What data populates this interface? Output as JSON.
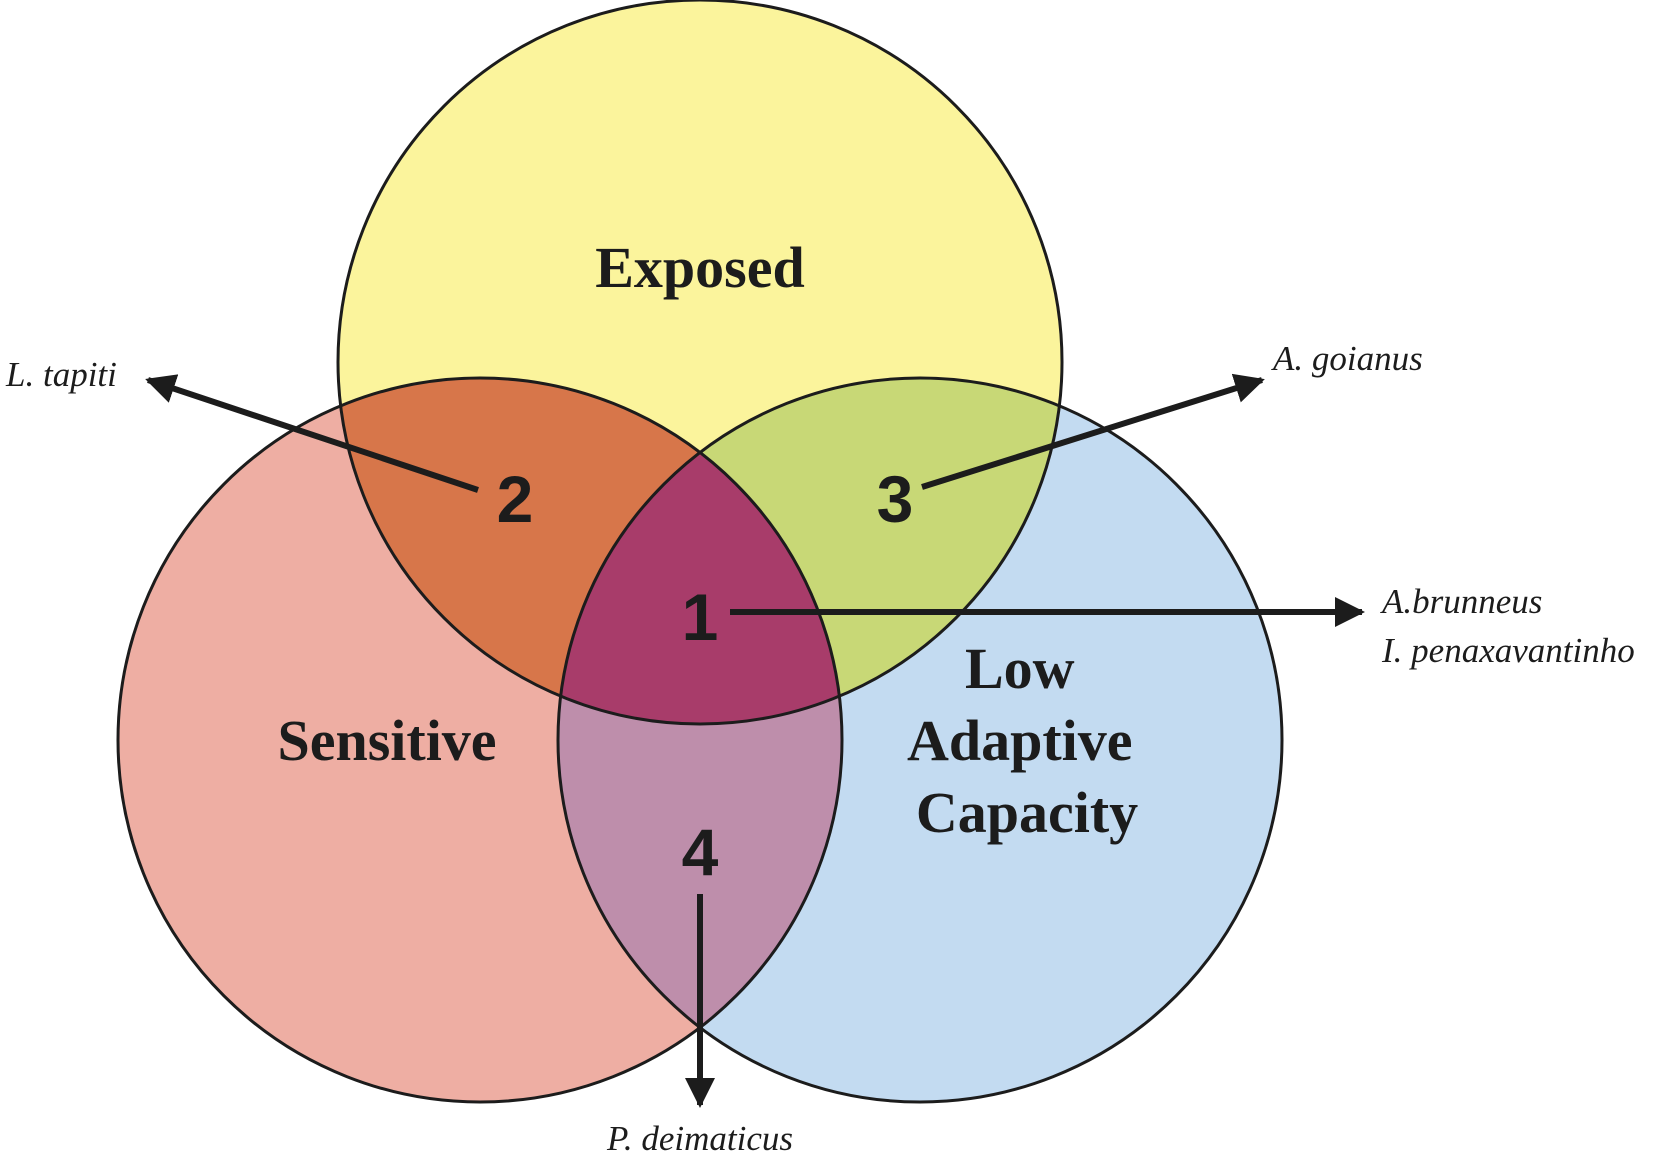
{
  "sets": {
    "exposed": {
      "label": "Exposed",
      "color": "#fbf49c"
    },
    "sensitive": {
      "label": "Sensitive",
      "color": "#eeaea3"
    },
    "adaptive": {
      "label_lines": [
        "Low",
        "Adaptive",
        "Capacity"
      ],
      "color": "#c3dbf1"
    }
  },
  "overlap_colors": {
    "exposed_sensitive": "#d7764a",
    "exposed_adaptive": "#c8d876",
    "sensitive_adaptive": "#be8eab",
    "all_three": "#a83c6a"
  },
  "regions": [
    {
      "number": "1",
      "species": [
        "A.brunneus",
        "I. penaxavantinho"
      ]
    },
    {
      "number": "2",
      "species": [
        "L. tapiti"
      ]
    },
    {
      "number": "3",
      "species": [
        "A. goianus"
      ]
    },
    {
      "number": "4",
      "species": [
        "P. deimaticus"
      ]
    }
  ]
}
